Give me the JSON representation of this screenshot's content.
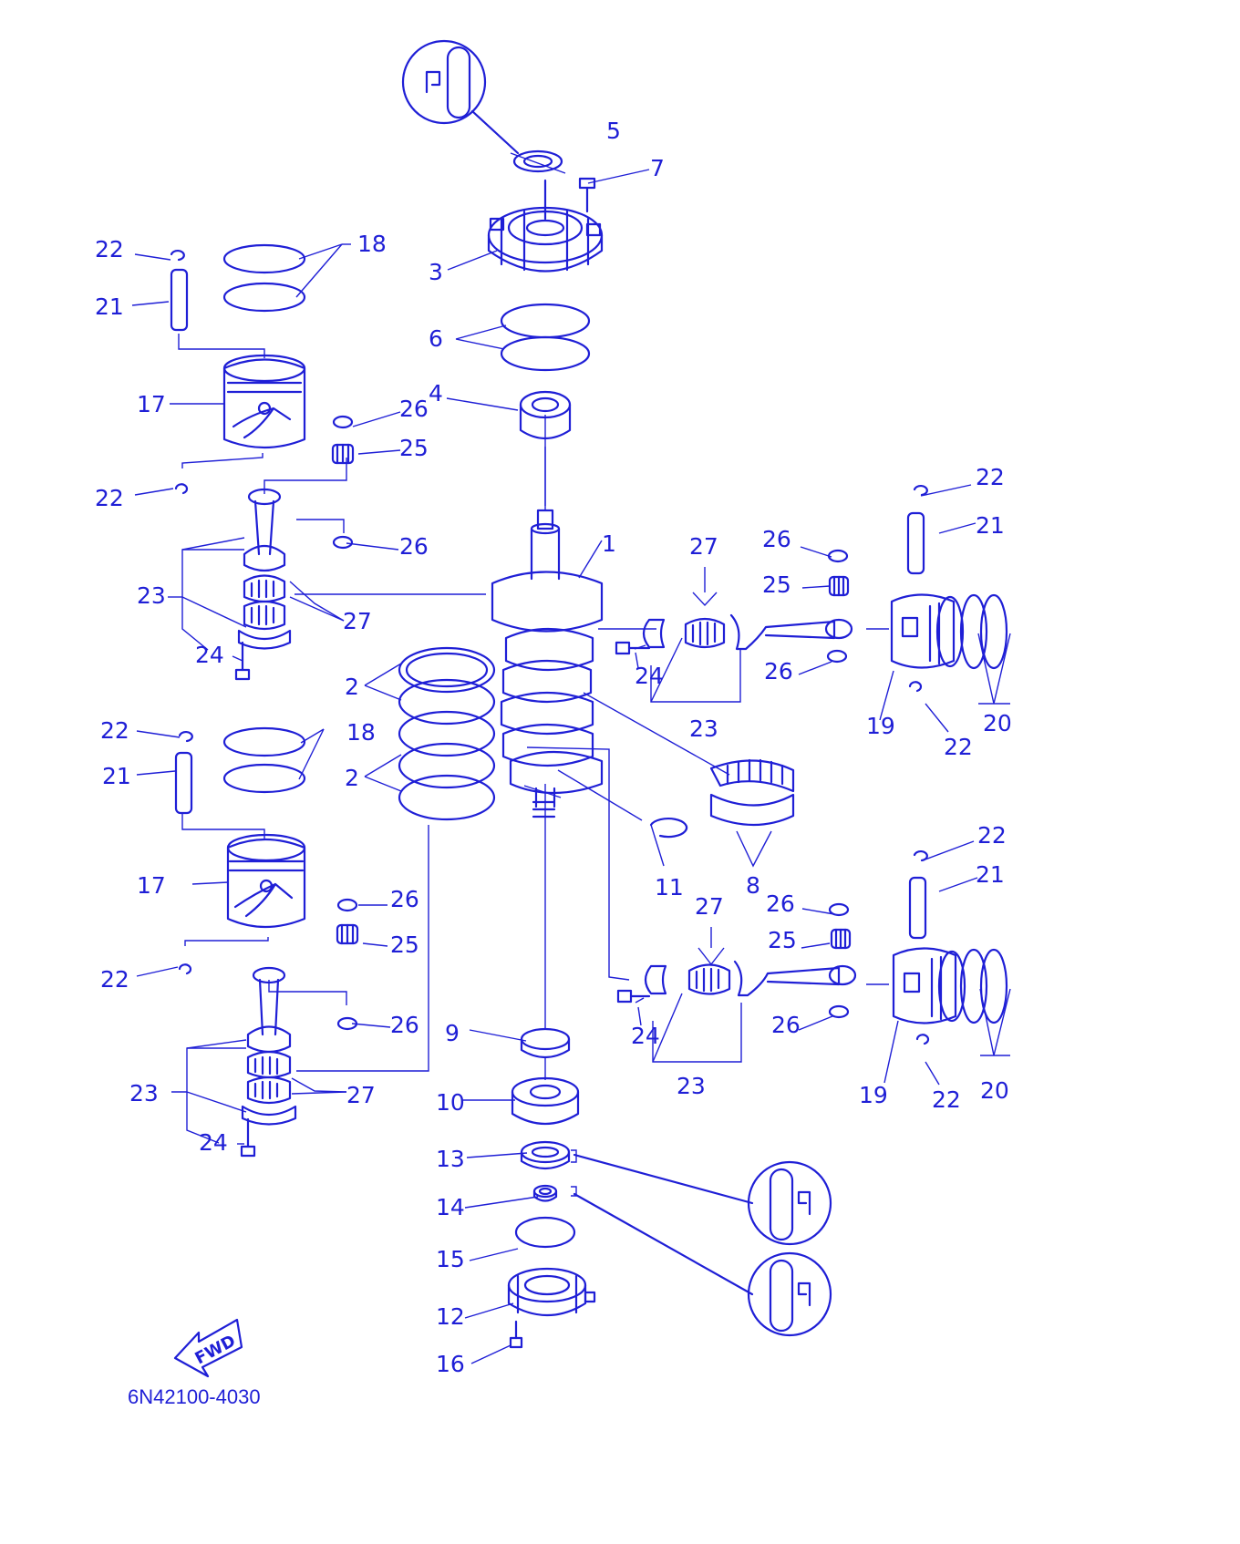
{
  "diagram": {
    "part_code": "6N42100-4030",
    "direction_label": "FWD",
    "callouts": [
      "1",
      "2",
      "3",
      "4",
      "5",
      "6",
      "7",
      "8",
      "9",
      "10",
      "11",
      "12",
      "13",
      "14",
      "15",
      "16",
      "17",
      "18",
      "19",
      "20",
      "21",
      "22",
      "23",
      "24",
      "25",
      "26",
      "27"
    ],
    "colors": {
      "ink": "#1f1fd6",
      "background": "#ffffff"
    }
  }
}
